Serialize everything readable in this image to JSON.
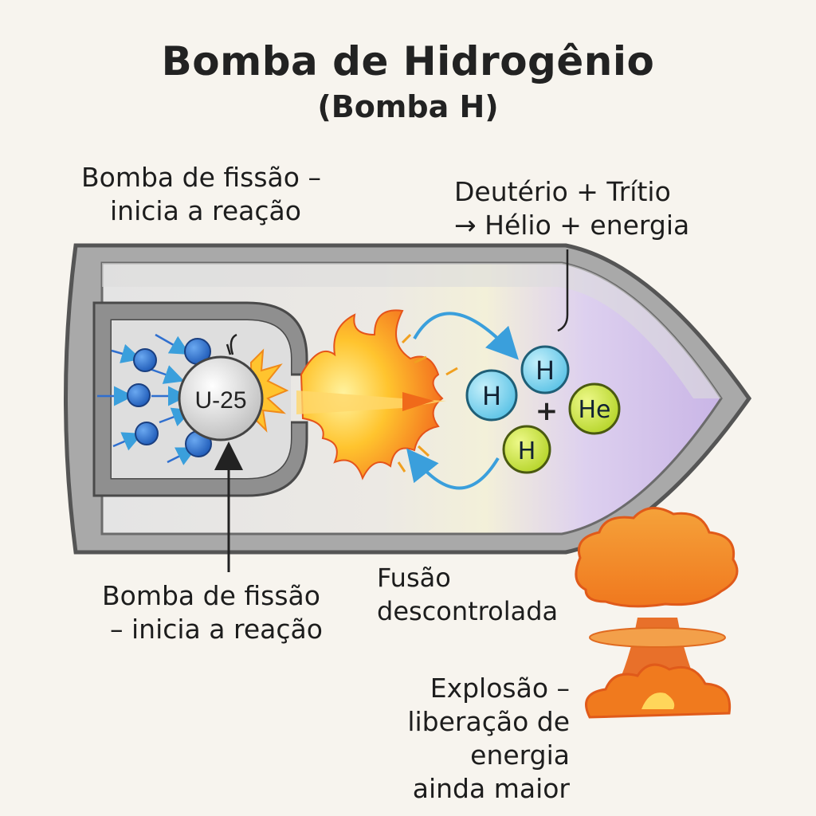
{
  "title": "Bomba de Hidrogênio",
  "subtitle": "(Bomba H)",
  "labels": {
    "fission_top": [
      "Bomba de fissão –",
      "inicia a reação"
    ],
    "reaction": [
      "Deutério + Trítio",
      "→ Hélio + energia"
    ],
    "fission_bottom": [
      "Bomba de fissão",
      "– inicia a reação"
    ],
    "fusion": [
      "Fusão",
      "descontrolada"
    ],
    "explosion": [
      "Explosão –",
      "liberação de energia",
      "ainda maior"
    ]
  },
  "core": {
    "label": "U-25"
  },
  "atoms": [
    {
      "symbol": "H",
      "kind": "hydrogen-blue"
    },
    {
      "symbol": "H",
      "kind": "hydrogen-blue"
    },
    {
      "symbol": "H",
      "kind": "hydrogen-yellow"
    },
    {
      "symbol": "He",
      "kind": "helium"
    }
  ],
  "plus_sign": "+",
  "colors": {
    "background": "#f7f4ee",
    "casing": "#a9a9a9",
    "neutron_blue": "#2f6fcf",
    "hydrogen_blue": "#7fd3ec",
    "helium_green": "#c6e03c",
    "fire_orange": "#f07a1e",
    "fusion_purple": "#cbb7e6",
    "arrow_blue": "#3a9fdc"
  }
}
